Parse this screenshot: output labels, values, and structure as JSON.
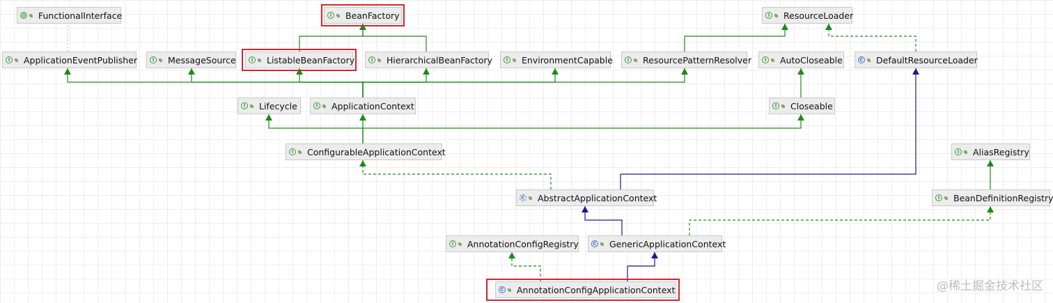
{
  "nodes": [
    {
      "id": "FunctionalInterface",
      "label": "FunctionalInterface",
      "kind": "annotation"
    },
    {
      "id": "BeanFactory",
      "label": "BeanFactory",
      "kind": "interface",
      "highlighted": true
    },
    {
      "id": "ResourceLoader",
      "label": "ResourceLoader",
      "kind": "interface"
    },
    {
      "id": "ApplicationEventPublisher",
      "label": "ApplicationEventPublisher",
      "kind": "interface"
    },
    {
      "id": "MessageSource",
      "label": "MessageSource",
      "kind": "interface"
    },
    {
      "id": "ListableBeanFactory",
      "label": "ListableBeanFactory",
      "kind": "interface",
      "highlighted": true
    },
    {
      "id": "HierarchicalBeanFactory",
      "label": "HierarchicalBeanFactory",
      "kind": "interface"
    },
    {
      "id": "EnvironmentCapable",
      "label": "EnvironmentCapable",
      "kind": "interface"
    },
    {
      "id": "ResourcePatternResolver",
      "label": "ResourcePatternResolver",
      "kind": "interface"
    },
    {
      "id": "AutoCloseable",
      "label": "AutoCloseable",
      "kind": "interface"
    },
    {
      "id": "DefaultResourceLoader",
      "label": "DefaultResourceLoader",
      "kind": "class"
    },
    {
      "id": "Lifecycle",
      "label": "Lifecycle",
      "kind": "interface"
    },
    {
      "id": "ApplicationContext",
      "label": "ApplicationContext",
      "kind": "interface"
    },
    {
      "id": "Closeable",
      "label": "Closeable",
      "kind": "interface"
    },
    {
      "id": "ConfigurableApplicationContext",
      "label": "ConfigurableApplicationContext",
      "kind": "interface"
    },
    {
      "id": "AliasRegistry",
      "label": "AliasRegistry",
      "kind": "interface"
    },
    {
      "id": "AbstractApplicationContext",
      "label": "AbstractApplicationContext",
      "kind": "abstract"
    },
    {
      "id": "BeanDefinitionRegistry",
      "label": "BeanDefinitionRegistry",
      "kind": "interface"
    },
    {
      "id": "AnnotationConfigRegistry",
      "label": "AnnotationConfigRegistry",
      "kind": "interface"
    },
    {
      "id": "GenericApplicationContext",
      "label": "GenericApplicationContext",
      "kind": "class"
    },
    {
      "id": "AnnotationConfigApplicationContext",
      "label": "AnnotationConfigApplicationContext",
      "kind": "class",
      "highlighted": true
    }
  ],
  "edges": [
    {
      "from": "ApplicationEventPublisher",
      "to": "FunctionalInterface",
      "type": "annotation"
    },
    {
      "from": "ListableBeanFactory",
      "to": "BeanFactory",
      "type": "extends"
    },
    {
      "from": "HierarchicalBeanFactory",
      "to": "BeanFactory",
      "type": "extends"
    },
    {
      "from": "ResourcePatternResolver",
      "to": "ResourceLoader",
      "type": "extends"
    },
    {
      "from": "DefaultResourceLoader",
      "to": "ResourceLoader",
      "type": "implements"
    },
    {
      "from": "ApplicationContext",
      "to": "ApplicationEventPublisher",
      "type": "extends"
    },
    {
      "from": "ApplicationContext",
      "to": "MessageSource",
      "type": "extends"
    },
    {
      "from": "ApplicationContext",
      "to": "ListableBeanFactory",
      "type": "extends"
    },
    {
      "from": "ApplicationContext",
      "to": "HierarchicalBeanFactory",
      "type": "extends"
    },
    {
      "from": "ApplicationContext",
      "to": "EnvironmentCapable",
      "type": "extends"
    },
    {
      "from": "ApplicationContext",
      "to": "ResourcePatternResolver",
      "type": "extends"
    },
    {
      "from": "Closeable",
      "to": "AutoCloseable",
      "type": "extends"
    },
    {
      "from": "ConfigurableApplicationContext",
      "to": "Lifecycle",
      "type": "extends"
    },
    {
      "from": "ConfigurableApplicationContext",
      "to": "ApplicationContext",
      "type": "extends"
    },
    {
      "from": "ConfigurableApplicationContext",
      "to": "Closeable",
      "type": "extends"
    },
    {
      "from": "AbstractApplicationContext",
      "to": "ConfigurableApplicationContext",
      "type": "implements"
    },
    {
      "from": "AbstractApplicationContext",
      "to": "DefaultResourceLoader",
      "type": "class-extends"
    },
    {
      "from": "BeanDefinitionRegistry",
      "to": "AliasRegistry",
      "type": "extends"
    },
    {
      "from": "GenericApplicationContext",
      "to": "AbstractApplicationContext",
      "type": "class-extends"
    },
    {
      "from": "GenericApplicationContext",
      "to": "BeanDefinitionRegistry",
      "type": "implements"
    },
    {
      "from": "AnnotationConfigApplicationContext",
      "to": "AnnotationConfigRegistry",
      "type": "implements"
    },
    {
      "from": "AnnotationConfigApplicationContext",
      "to": "GenericApplicationContext",
      "type": "class-extends"
    }
  ],
  "colors": {
    "extends": "#1a8a1a",
    "implements": "#1a8a1a",
    "class-extends": "#1a1a8c",
    "annotation": "#c9c98a",
    "highlight": "#d9232c"
  },
  "watermark": "@稀土掘金技术社区"
}
